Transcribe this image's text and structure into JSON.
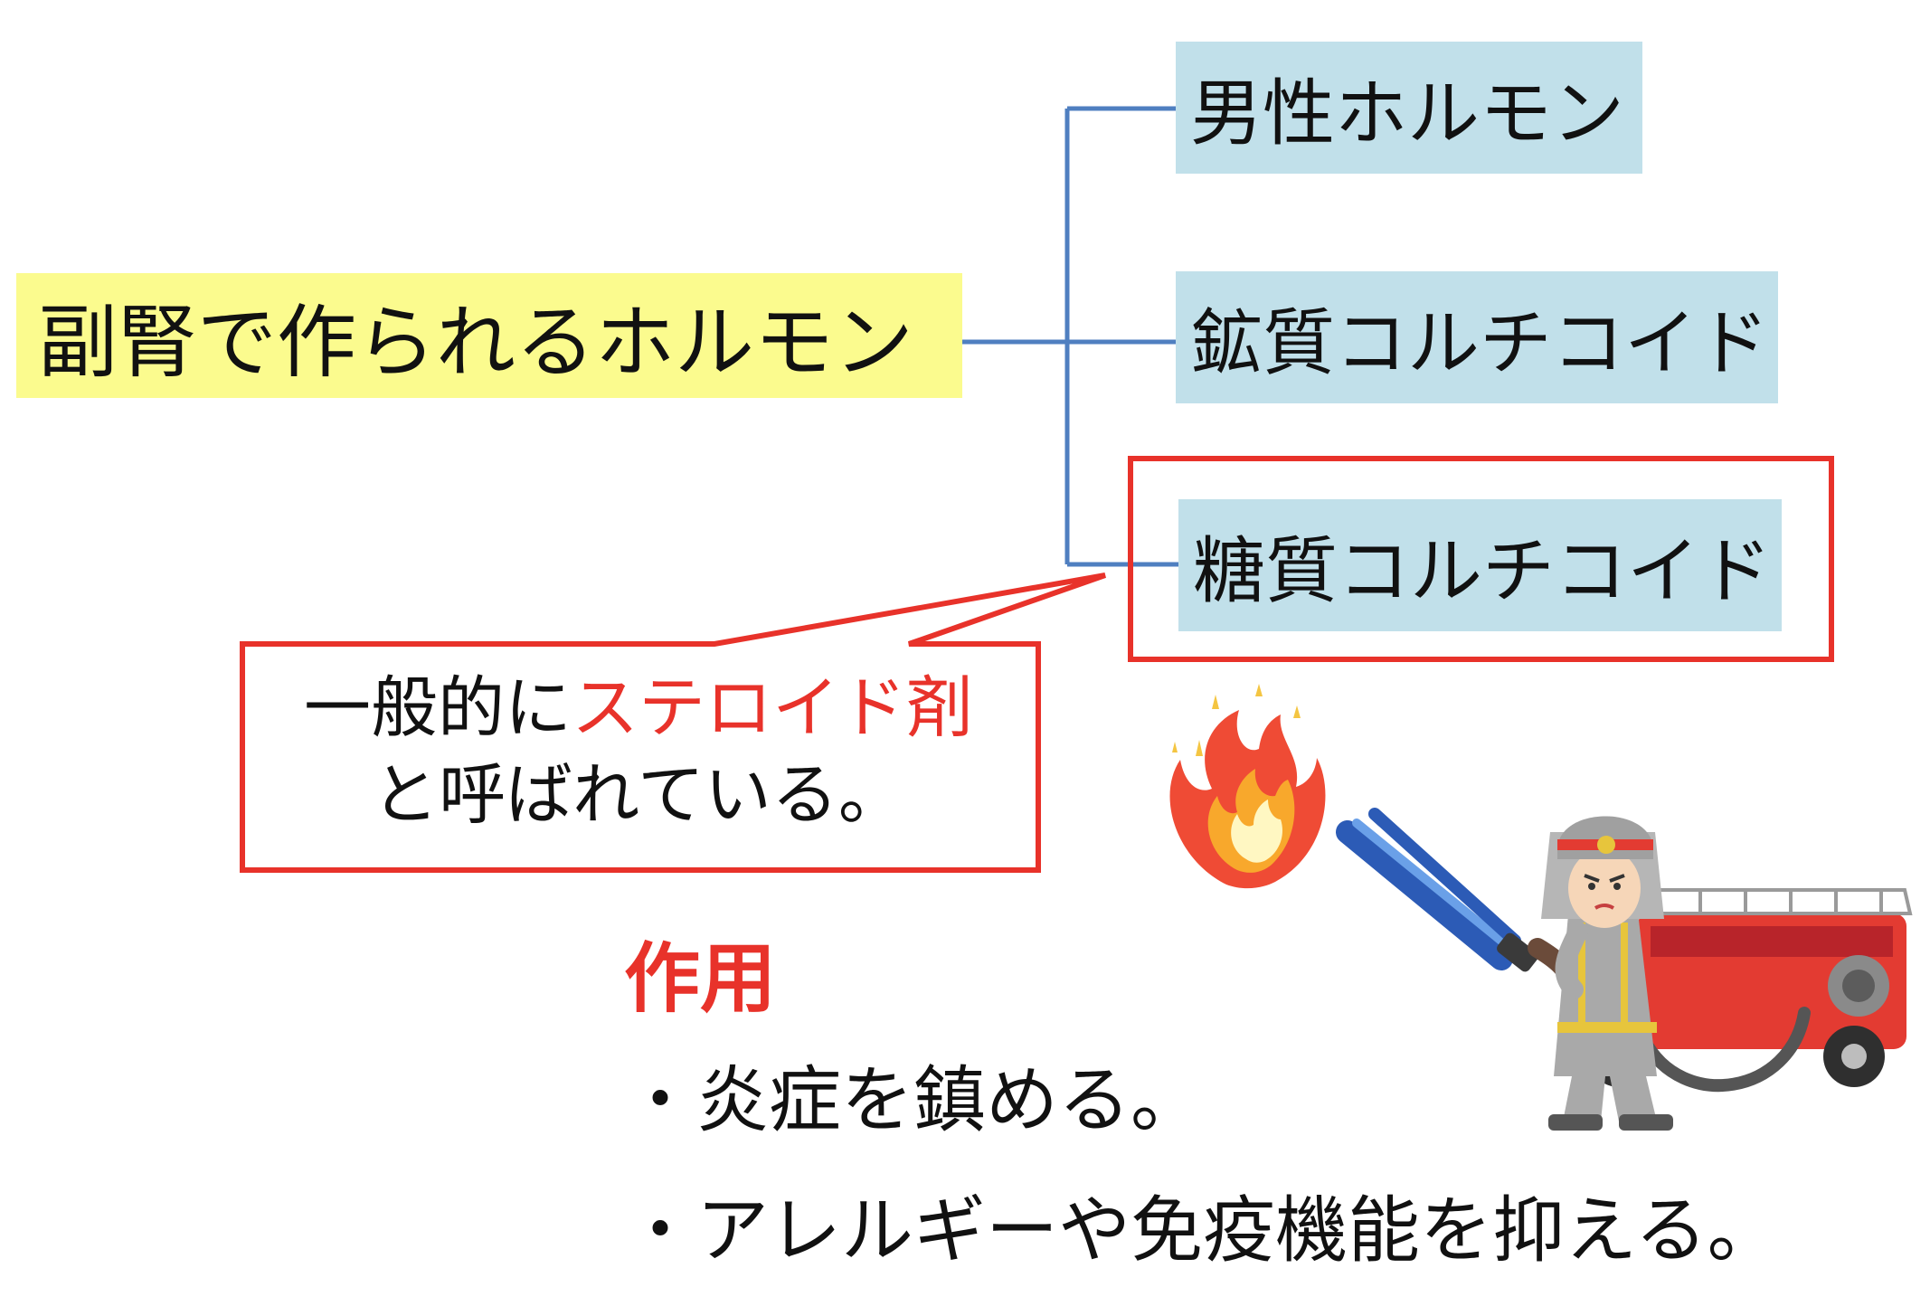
{
  "diagram": {
    "root": "副腎で作られるホルモン",
    "children": [
      "男性ホルモン",
      "鉱質コルチコイド",
      "糖質コルチコイド"
    ],
    "highlighted_child_index": 2
  },
  "callout": {
    "text_before": "一般的に",
    "highlight": "ステロイド剤",
    "text_after": "と呼ばれている。"
  },
  "action": {
    "heading": "作用",
    "bullets": [
      "・炎症を鎮める。",
      "・アレルギーや免疫機能を抑える。"
    ]
  },
  "illustration": {
    "icons": [
      "fire-icon",
      "firefighter-icon",
      "fire-truck-icon"
    ]
  },
  "colors": {
    "root_bg": "#fbfb8e",
    "child_bg": "#c1e0ea",
    "connector": "#4f7fc0",
    "accent_red": "#e8322a"
  }
}
